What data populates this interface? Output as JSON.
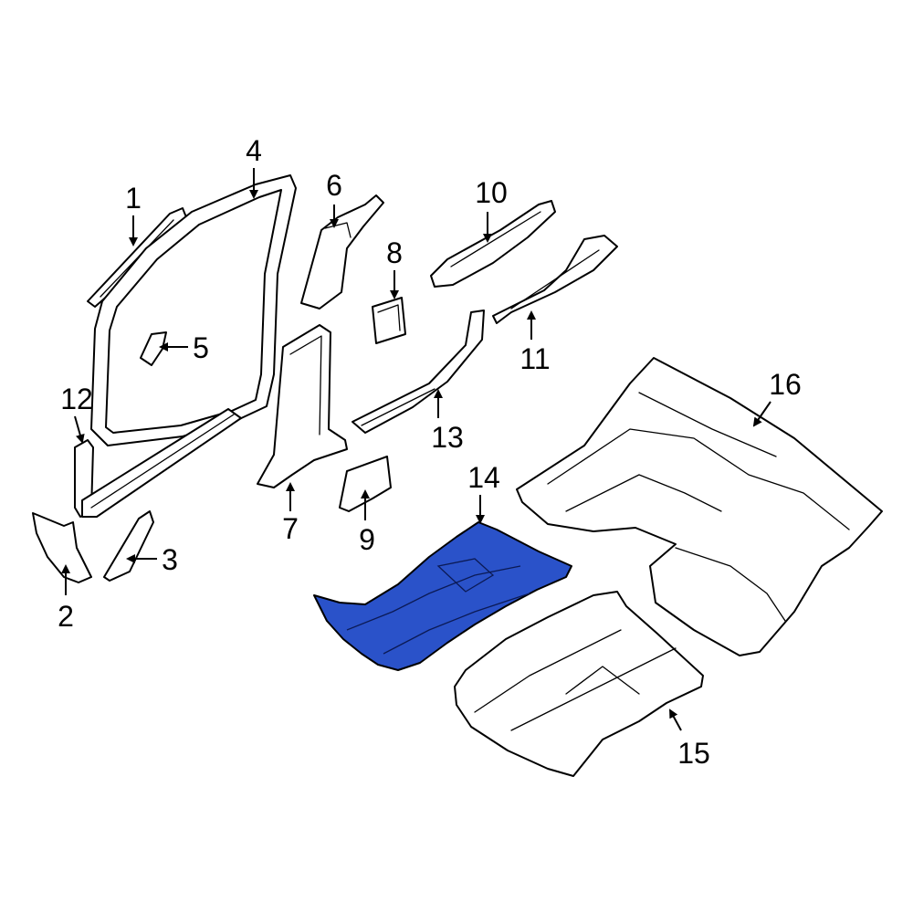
{
  "highlight_color": "#2a52c9",
  "highlighted_part": "14",
  "callouts": [
    {
      "id": "c1",
      "label": "1"
    },
    {
      "id": "c2",
      "label": "2"
    },
    {
      "id": "c3",
      "label": "3"
    },
    {
      "id": "c4",
      "label": "4"
    },
    {
      "id": "c5",
      "label": "5"
    },
    {
      "id": "c6",
      "label": "6"
    },
    {
      "id": "c7",
      "label": "7"
    },
    {
      "id": "c8",
      "label": "8"
    },
    {
      "id": "c9",
      "label": "9"
    },
    {
      "id": "c10",
      "label": "10"
    },
    {
      "id": "c11",
      "label": "11"
    },
    {
      "id": "c12",
      "label": "12"
    },
    {
      "id": "c13",
      "label": "13"
    },
    {
      "id": "c14",
      "label": "14"
    },
    {
      "id": "c15",
      "label": "15"
    },
    {
      "id": "c16",
      "label": "16"
    }
  ]
}
